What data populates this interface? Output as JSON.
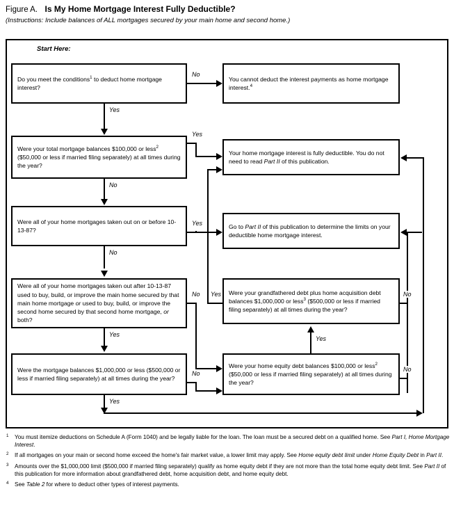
{
  "header": {
    "figure_label": "Figure A.",
    "title": "Is My Home Mortgage Interest Fully Deductible?",
    "instructions": "(Instructions: Include balances of ALL mortgages secured by your main home and second home.)"
  },
  "chart": {
    "start_here": "Start Here:",
    "nodes": {
      "q1": "Do you meet the conditions¹ to deduct home mortgage interest?",
      "q1_pre": "Do you meet the conditions",
      "q1_sup": "1",
      "q1_post": " to deduct home mortgage interest?",
      "r_cannot_pre": "You cannot deduct the interest payments as home mortgage interest.",
      "r_cannot_sup": "4",
      "q2_pre": "Were your total mortgage balances $100,000 or less",
      "q2_sup": "2",
      "q2_post": " ($50,000 or less if married filing separately) at all times during the year?",
      "r_fully_a": "Your home mortgage interest is fully deductible. You do not need to read ",
      "r_fully_em": "Part II",
      "r_fully_b": " of this publication.",
      "q3": "Were all of your home mortgages taken out on or before 10-13-87?",
      "r_partii_a": "Go to ",
      "r_partii_em": "Part II",
      "r_partii_b": " of this publication to determine the limits on your deductible home mortgage interest.",
      "q4_a": "Were all of your home mortgages taken out after 10-13-87 used to buy, build, or improve the main home secured by that main home mortgage ",
      "q4_em1": "or",
      "q4_b": " used to buy, build, or improve the second home secured by that second home mortgage, ",
      "q4_em2": "or",
      "q4_c": " both?",
      "q5_pre": "Were your grandfathered debt plus home acquisition debt balances $1,000,000 or less",
      "q5_sup": "3",
      "q5_post": " ($500,000 or less if married filing separately) at all times during the year?",
      "q6": "Were the mortgage balances $1,000,000 or less ($500,000 or less if married filing separately) at all times during the year?",
      "q7_pre": "Were your home equity debt balances $100,000 or less",
      "q7_sup": "2",
      "q7_post": " ($50,000 or less if married filing separately) at all times during the year?"
    },
    "labels": {
      "q1_no": "No",
      "q1_yes": "Yes",
      "q2_yes": "Yes",
      "q2_no": "No",
      "q3_yes": "Yes",
      "q3_no": "No",
      "q4_no": "No",
      "q4_yes_right": "Yes",
      "q4_yes_down": "Yes",
      "q5_no": "No",
      "q6_no": "No",
      "q6_yes": "Yes",
      "q7_no": "No",
      "q7_yes": "Yes"
    }
  },
  "footnotes": [
    {
      "num": "1",
      "a": "You must itemize deductions on Schedule A (Form 1040) and be legally liable for the loan. The loan must be a secured debt on a qualified home. See ",
      "em1": "Part I, Home Mortgage Interest",
      "b": "."
    },
    {
      "num": "2",
      "a": "If all mortgages on your main or second home exceed the home's fair market value, a lower limit may apply. See ",
      "em1": "Home equity debt limit",
      "b": " under ",
      "em2": "Home Equity Debt",
      "c": " in ",
      "em3": "Part II",
      "d": "."
    },
    {
      "num": "3",
      "a": "Amounts over the $1,000,000 limit ($500,000 if married filing separately) qualify as home equity debt if they are not more than the total home equity debt limit. See ",
      "em1": "Part II",
      "b": " of this publication for more information about grandfathered debt, home acquisition debt, and home equity debt."
    },
    {
      "num": "4",
      "a": "See ",
      "em1": "Table 2",
      "b": " for where to deduct other types of interest payments."
    }
  ],
  "colors": {
    "line": "#000000",
    "background": "#ffffff"
  }
}
